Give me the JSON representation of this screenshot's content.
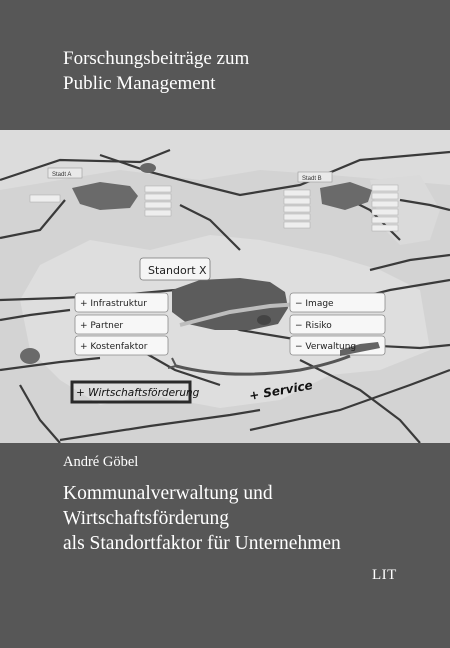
{
  "series": {
    "line1": "Forschungsbeiträge zum",
    "line2": "Public Management"
  },
  "illustration": {
    "city_a": "Stadt A",
    "city_b": "Stadt B",
    "standort": "Standort X",
    "plus_labels": [
      "+ Infrastruktur",
      "+ Partner",
      "+ Kostenfaktor"
    ],
    "minus_labels": [
      "− Image",
      "− Risiko",
      "− Verwaltung"
    ],
    "handwritten_1": "+ Wirtschaftsförderung",
    "handwritten_2": "+ Service"
  },
  "author": "André Göbel",
  "title": {
    "line1": "Kommunalverwaltung und",
    "line2": "Wirtschaftsförderung",
    "line3": "als Standortfaktor für Unternehmen"
  },
  "publisher": "LIT",
  "colors": {
    "band": "#575757",
    "map_background": "#d3d3d3",
    "text": "#ffffff"
  }
}
